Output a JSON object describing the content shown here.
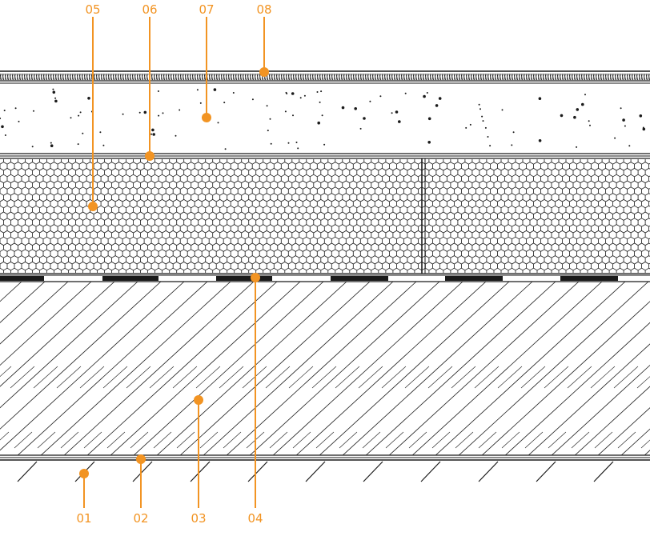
{
  "accent_color": "#f29423",
  "line_color": "#1a1a1a",
  "callouts": [
    {
      "id": "01",
      "label": "01"
    },
    {
      "id": "02",
      "label": "02"
    },
    {
      "id": "03",
      "label": "03"
    },
    {
      "id": "04",
      "label": "04"
    },
    {
      "id": "05",
      "label": "05"
    },
    {
      "id": "06",
      "label": "06"
    },
    {
      "id": "07",
      "label": "07"
    },
    {
      "id": "08",
      "label": "08"
    }
  ]
}
